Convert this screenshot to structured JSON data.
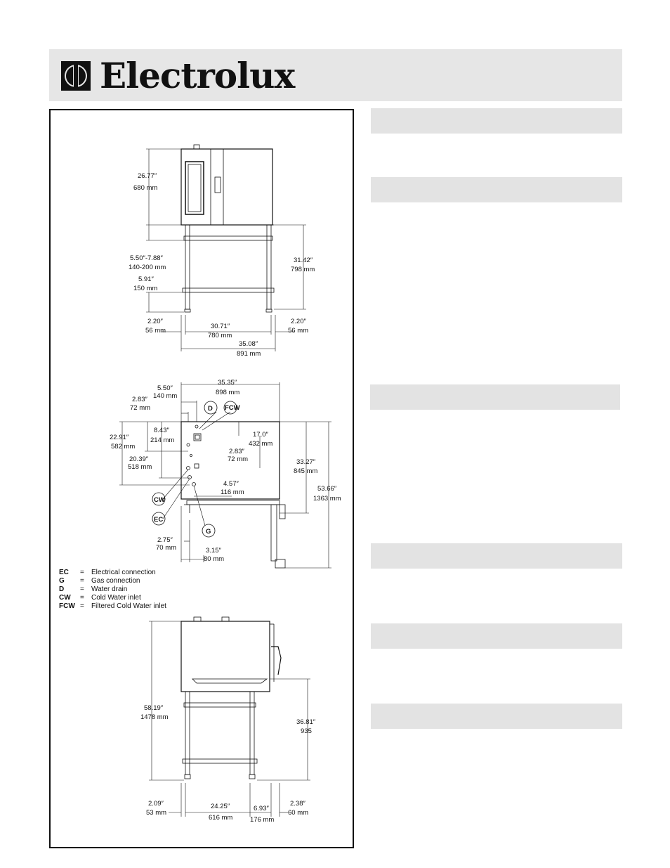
{
  "brand": {
    "name": "Electrolux",
    "logo_icon": "electrolux-logo-icon",
    "header_bg": "#e6e6e6"
  },
  "section_bar_color": "#e3e3e3",
  "front_view": {
    "dim_height_top": "26.77″",
    "dim_height_top_mm": "680 mm",
    "dim_leg_adjust": "5.50″-7.88″",
    "dim_leg_adjust_mm": "140-200 mm",
    "dim_shelf": "5.91″",
    "dim_shelf_mm": "150 mm",
    "dim_stand_height": "31.42″",
    "dim_stand_height_mm": "798 mm",
    "dim_left_offset": "2.20″",
    "dim_left_offset_mm": "56 mm",
    "dim_inner_width": "30.71″",
    "dim_inner_width_mm": "780 mm",
    "dim_right_offset": "2.20″",
    "dim_right_offset_mm": "56 mm",
    "dim_total_width": "35.08″",
    "dim_total_width_mm": "891 mm"
  },
  "back_view": {
    "dim_a": "5.50″",
    "dim_a_mm": "140 mm",
    "dim_b": "2.83″",
    "dim_b_mm": "72 mm",
    "dim_width": "35.35″",
    "dim_width_mm": "898 mm",
    "dim_c": "22.91″",
    "dim_c_mm": "582 mm",
    "dim_d": "8.43″",
    "dim_d_mm": "214 mm",
    "dim_e": "17.0″",
    "dim_e_mm": "432 mm",
    "dim_f": "2.83″",
    "dim_f_mm": "72 mm",
    "dim_g": "20.39″",
    "dim_g_mm": "518 mm",
    "dim_h": "33.27″",
    "dim_h_mm": "845 mm",
    "dim_i": "53.66″",
    "dim_i_mm": "1363 mm",
    "dim_j": "4.57″",
    "dim_j_mm": "116 mm",
    "dim_k": "2.75″",
    "dim_k_mm": "70 mm",
    "dim_l": "3.15″",
    "dim_l_mm": "80 mm",
    "callout_d": "D",
    "callout_fcw": "FCW",
    "callout_cw": "CW",
    "callout_ec": "EC",
    "callout_g": "G"
  },
  "legend": [
    {
      "code": "EC",
      "eq": "=",
      "label": "Electrical connection"
    },
    {
      "code": "G",
      "eq": "=",
      "label": "Gas connection"
    },
    {
      "code": "D",
      "eq": "=",
      "label": "Water drain"
    },
    {
      "code": "CW",
      "eq": "=",
      "label": "Cold Water inlet"
    },
    {
      "code": "FCW",
      "eq": "=",
      "label": "Filtered Cold Water inlet"
    }
  ],
  "side_view": {
    "dim_total_height": "58.19″",
    "dim_total_height_mm": "1478 mm",
    "dim_stand_height": "36.81″",
    "dim_stand_height_mm": "935",
    "dim_a": "2.09″",
    "dim_a_mm": "53 mm",
    "dim_depth": "24.25″",
    "dim_depth_mm": "616 mm",
    "dim_b": "6.93″",
    "dim_b_mm": "176 mm",
    "dim_c": "2.38″",
    "dim_c_mm": "60 mm"
  }
}
